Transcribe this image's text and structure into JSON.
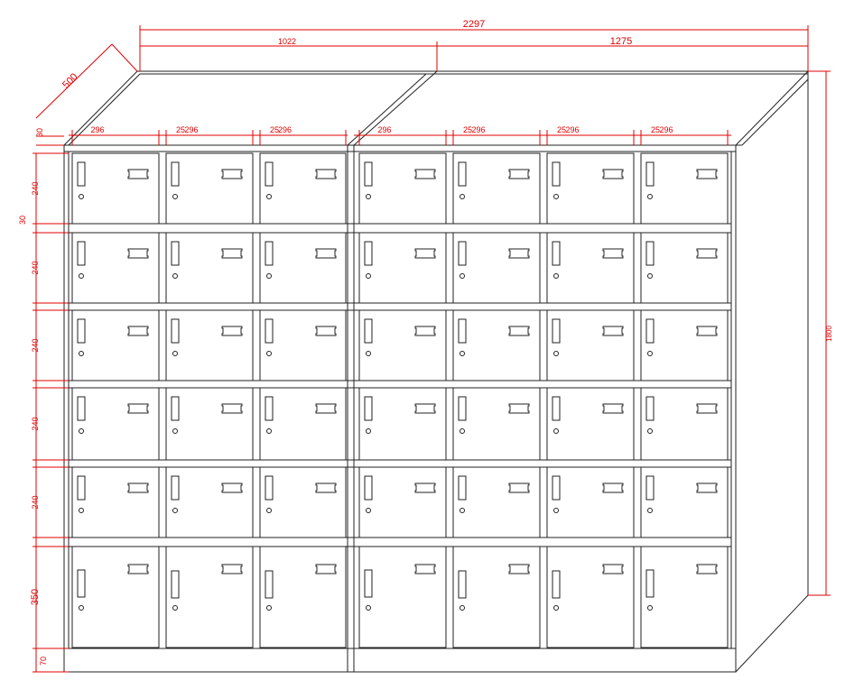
{
  "colors": {
    "line": "#222222",
    "dimension": "#e00000"
  },
  "dimensions": {
    "total_width": "2297",
    "left_section_width": "1022",
    "right_section_width": "1275",
    "depth": "500",
    "top_thickness": "30",
    "door_width": "296",
    "gap_width": "25",
    "row_gap": "30",
    "small_door_height": "240",
    "large_door_height": "350",
    "base_height": "70",
    "total_height": "1800"
  },
  "layout": {
    "rows": 6,
    "columns": 7,
    "left_columns": 3,
    "right_columns": 4
  }
}
